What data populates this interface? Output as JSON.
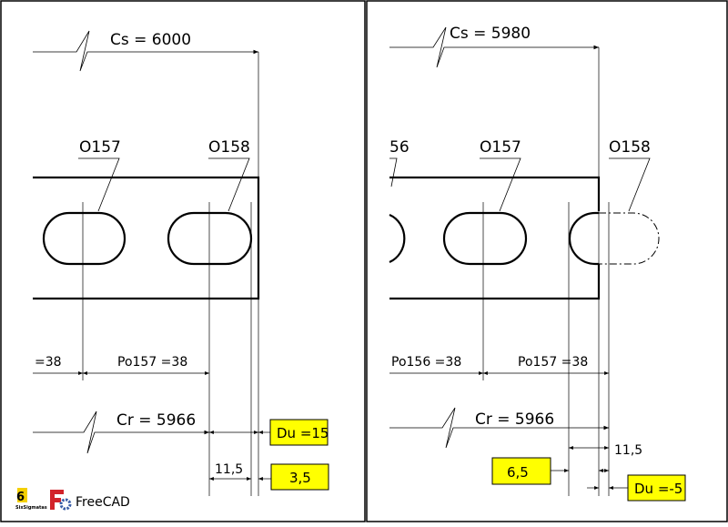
{
  "left_panel": {
    "cs_label": "Cs = 6000",
    "hole_a": "O157",
    "hole_b": "O158",
    "dim_prev": "=38",
    "dim_po157": "Po157 =38",
    "cr_label": "Cr = 5966",
    "du_label": "Du =15",
    "dim_115": "11,5",
    "val_35": "3,5"
  },
  "right_panel": {
    "cs_label": "Cs = 5980",
    "hole_prev": "56",
    "hole_a": "O157",
    "hole_b": "O158",
    "dim_po156": "Po156 =38",
    "dim_po157": "Po157 =38",
    "cr_label": "Cr = 5966",
    "dim_115": "11,5",
    "val_65": "6,5",
    "du_label": "Du =-5"
  },
  "logos": {
    "sixsigma_text": "SixSigmatas",
    "freecad_text": "FreeCAD"
  },
  "colors": {
    "highlight": "#ffff00",
    "line": "#000000",
    "freecad_red": "#d2232a",
    "freecad_blue": "#3b5fa8"
  }
}
